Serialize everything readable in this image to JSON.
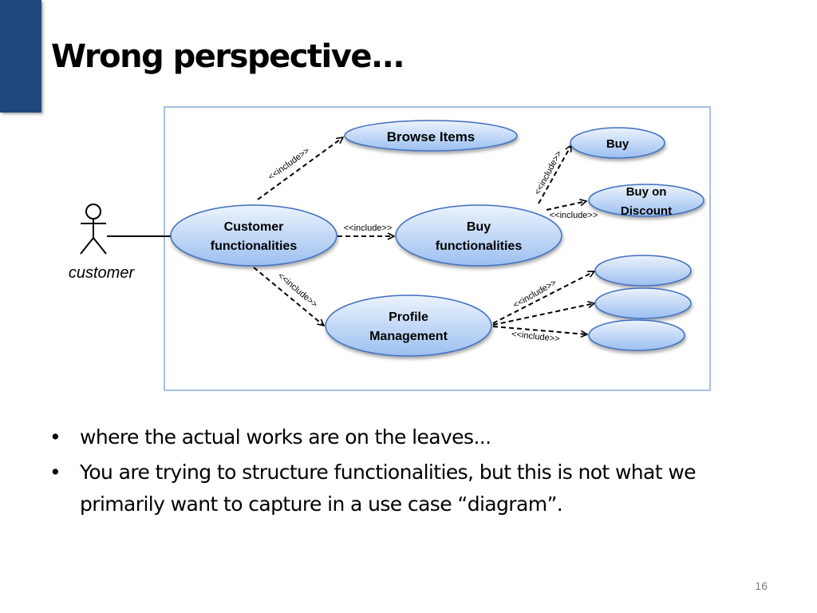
{
  "slide": {
    "title": "Wrong perspective...",
    "page_number": "16",
    "bullets": [
      "where the actual works are on the leaves...",
      "You are trying to structure functionalities, but this is not what we primarily want to capture in a use case “diagram”."
    ]
  },
  "diagram": {
    "actor": {
      "label": "customer"
    },
    "use_cases": {
      "browse_items": "Browse Items",
      "customer_functionalities": [
        "Customer",
        "functionalities"
      ],
      "buy_functionalities": [
        "Buy",
        "functionalities"
      ],
      "profile_management": [
        "Profile",
        "Management"
      ],
      "buy": "Buy",
      "buy_on_discount": [
        "Buy on",
        "Discount"
      ]
    },
    "relationship_label": "<<include>>",
    "colors": {
      "ellipse_fill_top": "#ecf3fd",
      "ellipse_fill_bottom": "#9cbff0",
      "ellipse_stroke": "#3f6fc0",
      "boundary_stroke": "#8aaad6"
    }
  }
}
